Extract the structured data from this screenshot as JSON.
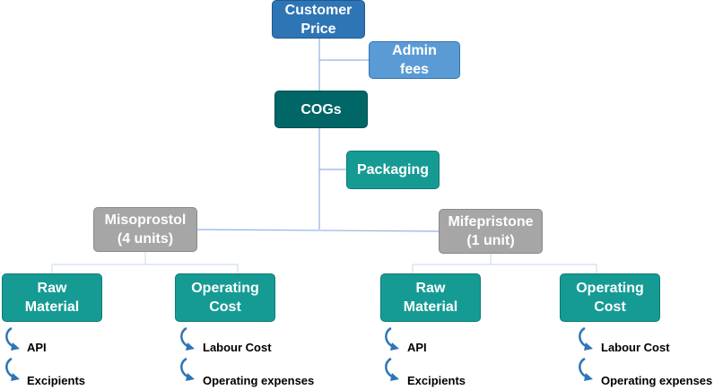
{
  "nodes": {
    "customer_price": "Customer\nPrice",
    "admin_fees": "Admin\nfees",
    "cogs": "COGs",
    "packaging": "Packaging",
    "misoprostol": "Misoprostol\n(4 units)",
    "mifepristone": "Mifepristone\n(1 unit)",
    "miso_raw_material": "Raw\nMaterial",
    "miso_operating_cost": "Operating\nCost",
    "mife_raw_material": "Raw\nMaterial",
    "mife_operating_cost": "Operating\nCost"
  },
  "items": {
    "miso_raw": [
      "API",
      "Excipients"
    ],
    "miso_op": [
      "Labour Cost",
      "Operating expenses"
    ],
    "mife_raw": [
      "API",
      "Excipients"
    ],
    "mife_op": [
      "Labour Cost",
      "Operating expenses"
    ]
  },
  "colors": {
    "dark_blue": "#2E75B6",
    "light_blue": "#5B9BD5",
    "dark_teal": "#006666",
    "teal": "#169B94",
    "gray": "#A6A6A6",
    "connector": "#8EB4E3",
    "arrow": "#2E75B6"
  }
}
